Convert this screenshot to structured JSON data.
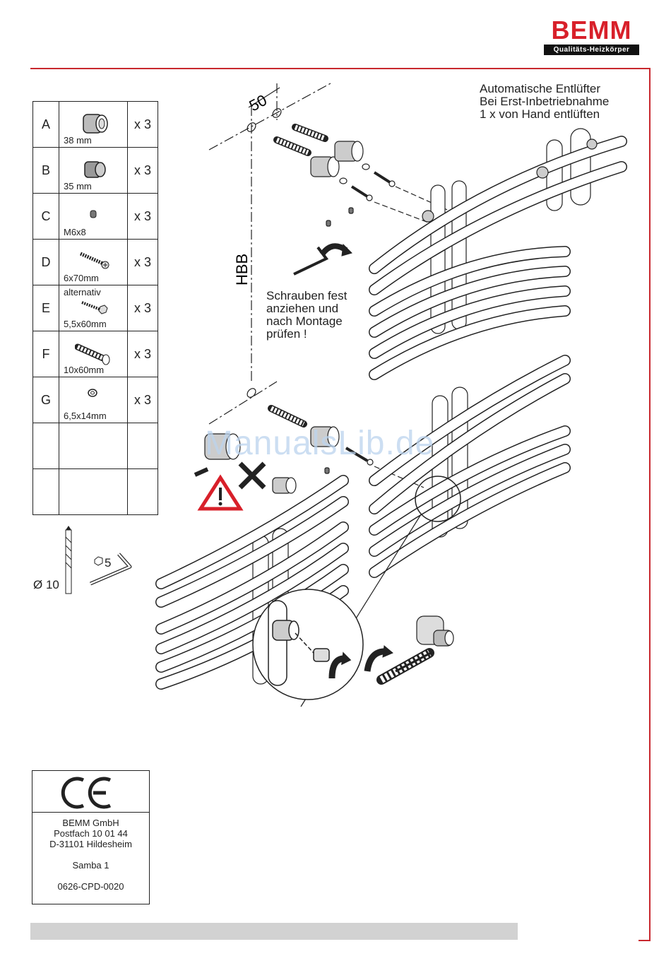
{
  "brand": {
    "name": "BEMM",
    "tagline": "Qualitäts-Heizkörper",
    "color": "#d8202a"
  },
  "parts": [
    {
      "letter": "A",
      "size": "38 mm",
      "qty": "x 3",
      "icon": "spacer-cap-large-icon"
    },
    {
      "letter": "B",
      "size": "35 mm",
      "qty": "x 3",
      "icon": "spacer-cap-small-icon"
    },
    {
      "letter": "C",
      "size": "M6x8",
      "qty": "x 3",
      "icon": "grub-screw-icon"
    },
    {
      "letter": "D",
      "size": "6x70mm",
      "qty": "x 3",
      "icon": "screw-icon"
    },
    {
      "letter": "E",
      "note": "alternativ",
      "size": "5,5x60mm",
      "qty": "x 3",
      "icon": "hex-screw-icon"
    },
    {
      "letter": "F",
      "size": "10x60mm",
      "qty": "x 3",
      "icon": "wall-plug-icon"
    },
    {
      "letter": "G",
      "size": "6,5x14mm",
      "qty": "x 3",
      "icon": "washer-icon"
    },
    {
      "letter": "",
      "size": "",
      "qty": ""
    },
    {
      "letter": "",
      "size": "",
      "qty": ""
    }
  ],
  "tools": {
    "drill": "Ø 10",
    "hex_key": "5"
  },
  "notes": {
    "air_vent": [
      "Automatische Entlüfter",
      "Bei Erst-Inbetriebnahme",
      "1 x von Hand entlüften"
    ],
    "tighten": [
      "Schrauben fest",
      "anziehen und",
      "nach Montage",
      "prüfen !"
    ]
  },
  "dimensions": {
    "spacing": "50",
    "height": "HBB"
  },
  "certificate": {
    "mark": "CE",
    "company": "BEMM GmbH",
    "address1": "Postfach 10 01 44",
    "address2": "D-31101 Hildesheim",
    "model": "Samba 1",
    "cert_no": "0626-CPD-0020"
  },
  "watermark": "ManualsLib.de"
}
